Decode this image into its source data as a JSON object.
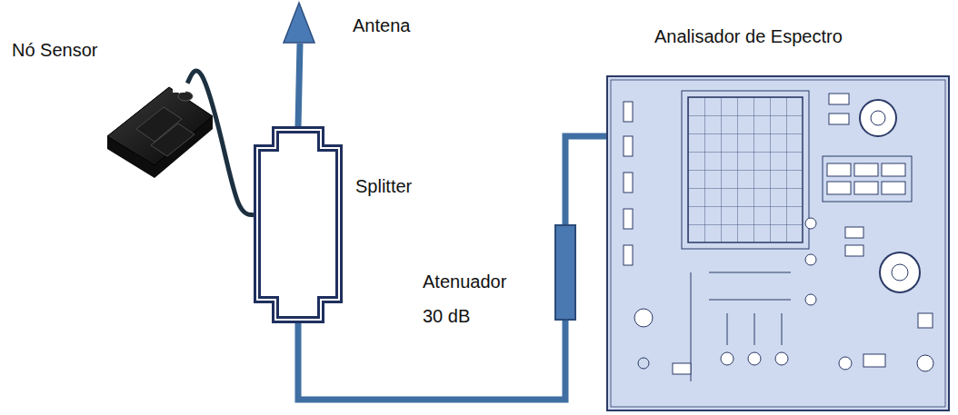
{
  "diagram": {
    "nodes": [
      {
        "text": [
          "Antena"
        ]
      },
      {
        "text": [
          "Nó Sensor"
        ]
      },
      {
        "text": [
          "Splitter"
        ]
      },
      {
        "text": [
          "Atenuador 30 dB"
        ]
      },
      {
        "text": [
          "Analisador de Espectro"
        ]
      }
    ],
    "edges": [
      {
        "from": 0,
        "to": 2,
        "arrow": "none"
      },
      {
        "from": 1,
        "to": 2,
        "arrow": "none"
      },
      {
        "from": 2,
        "to": 3,
        "arrow": "none"
      },
      {
        "from": 3,
        "to": 4,
        "arrow": "none"
      }
    ]
  }
}
